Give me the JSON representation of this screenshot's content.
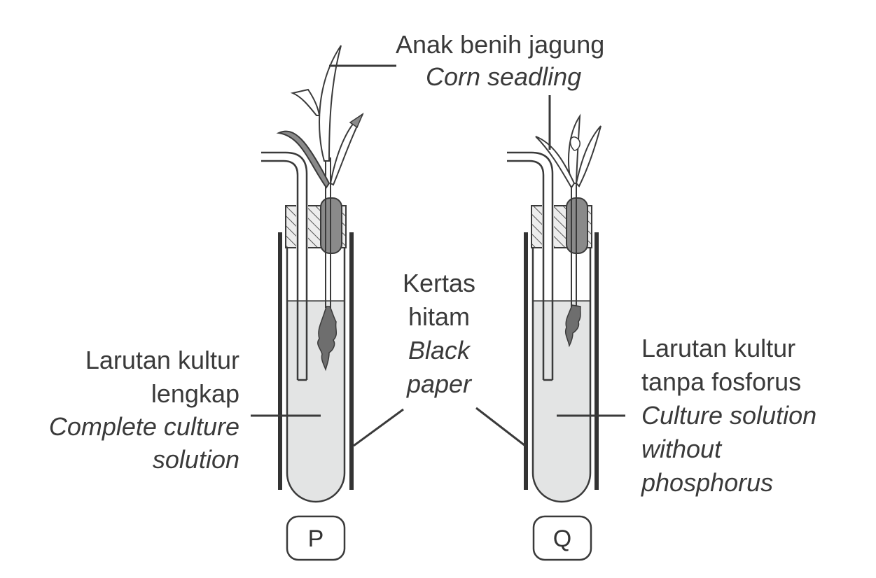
{
  "labels": {
    "seedling_ms": "Anak benih jagung",
    "seedling_en": "Corn seadling",
    "paper_ms_1": "Kertas",
    "paper_ms_2": "hitam",
    "paper_en_1": "Black",
    "paper_en_2": "paper",
    "complete_ms_1": "Larutan kultur",
    "complete_ms_2": "lengkap",
    "complete_en_1": "Complete culture",
    "complete_en_2": "solution",
    "nop_ms_1": "Larutan kultur",
    "nop_ms_2": "tanpa fosforus",
    "nop_en_1": "Culture solution",
    "nop_en_2": "without",
    "nop_en_3": "phosphorus"
  },
  "tubes": [
    {
      "id": "P"
    },
    {
      "id": "Q"
    }
  ],
  "colors": {
    "stroke": "#3a3a3a",
    "solution": "#e3e4e4",
    "dark": "#8a8a8a",
    "root": "#6e6e6e"
  }
}
